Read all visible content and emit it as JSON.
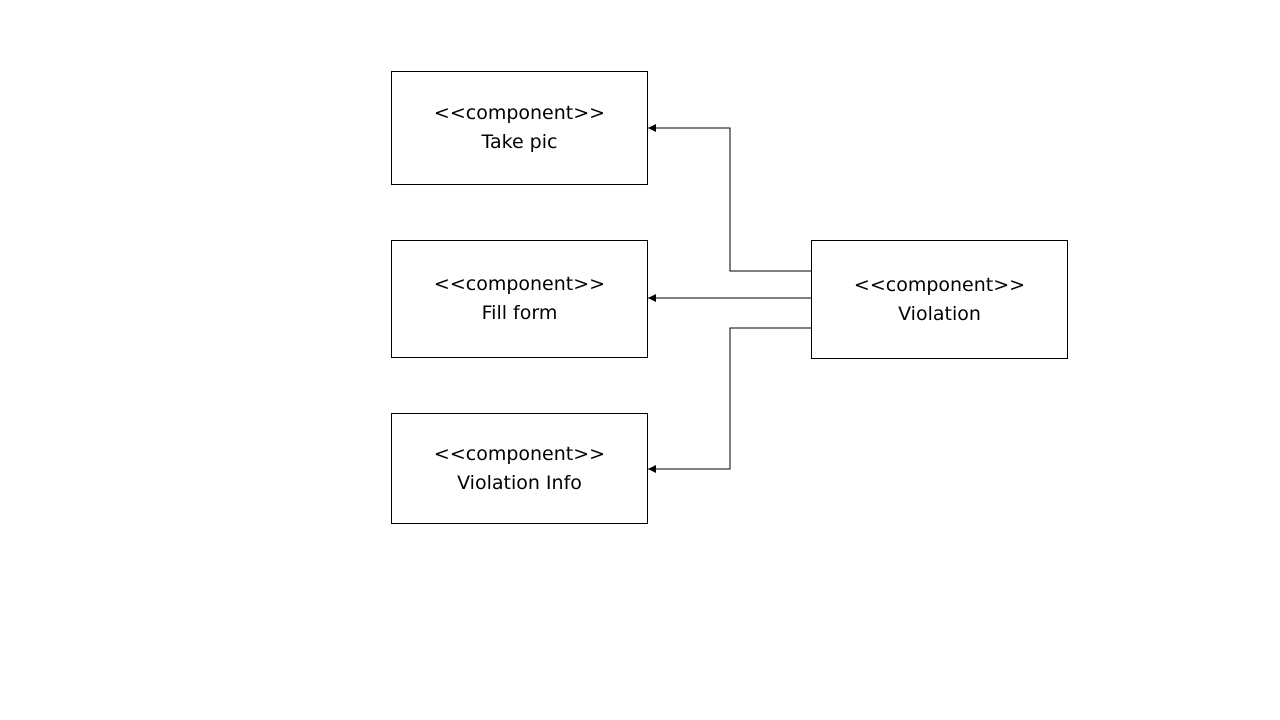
{
  "diagram": {
    "components": {
      "take_pic": {
        "stereotype": "<<component>>",
        "name": "Take pic"
      },
      "fill_form": {
        "stereotype": "<<component>>",
        "name": "Fill form"
      },
      "violation_info": {
        "stereotype": "<<component>>",
        "name": "Violation Info"
      },
      "violation": {
        "stereotype": "<<component>>",
        "name": "Violation"
      }
    },
    "edges": [
      {
        "from": "Violation",
        "to": "Take pic"
      },
      {
        "from": "Violation",
        "to": "Fill form"
      },
      {
        "from": "Violation",
        "to": "Violation Info"
      }
    ],
    "colors": {
      "stroke": "#000000",
      "background": "#ffffff"
    }
  }
}
